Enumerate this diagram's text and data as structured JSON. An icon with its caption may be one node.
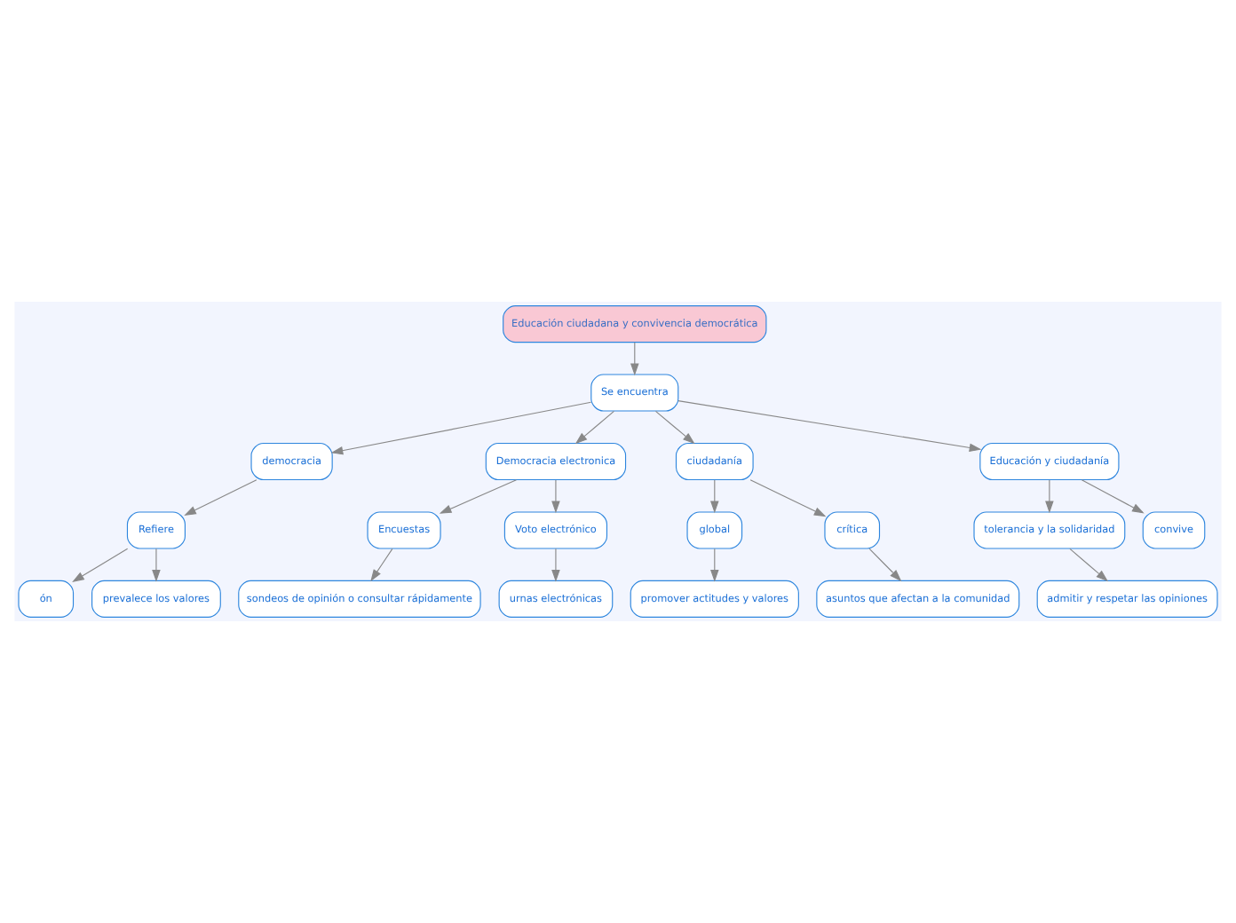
{
  "diagram": {
    "nodes": [
      {
        "text": [
          "Educación ciudadana y convivencia democrática"
        ]
      },
      {
        "text": [
          "Se encuentra"
        ]
      },
      {
        "text": [
          "democracia"
        ]
      },
      {
        "text": [
          "Democracia electronica"
        ]
      },
      {
        "text": [
          "ciudadanía"
        ]
      },
      {
        "text": [
          "Educación y ciudadanía"
        ]
      },
      {
        "text": [
          "Refiere"
        ]
      },
      {
        "text": [
          "ón"
        ]
      },
      {
        "text": [
          "prevalece los valores"
        ]
      },
      {
        "text": [
          "Encuestas"
        ]
      },
      {
        "text": [
          "Voto electrónico"
        ]
      },
      {
        "text": [
          "sondeos de opinión o consultar rápidamente"
        ]
      },
      {
        "text": [
          "urnas electrónicas"
        ]
      },
      {
        "text": [
          "global"
        ]
      },
      {
        "text": [
          "crítica"
        ]
      },
      {
        "text": [
          "promover actitudes y valores"
        ]
      },
      {
        "text": [
          "asuntos que afectan a la comunidad"
        ]
      },
      {
        "text": [
          "tolerancia y la solidaridad"
        ]
      },
      {
        "text": [
          "convive"
        ]
      },
      {
        "text": [
          "admitir y respetar las opiniones"
        ]
      }
    ],
    "edges": [
      {
        "from": 0,
        "to": 1,
        "arrow": "to"
      },
      {
        "from": 1,
        "to": 2,
        "arrow": "to"
      },
      {
        "from": 1,
        "to": 3,
        "arrow": "to"
      },
      {
        "from": 1,
        "to": 4,
        "arrow": "to"
      },
      {
        "from": 1,
        "to": 5,
        "arrow": "to"
      },
      {
        "from": 2,
        "to": 6,
        "arrow": "to"
      },
      {
        "from": 6,
        "to": 7,
        "arrow": "to"
      },
      {
        "from": 6,
        "to": 8,
        "arrow": "to"
      },
      {
        "from": 3,
        "to": 9,
        "arrow": "to"
      },
      {
        "from": 3,
        "to": 10,
        "arrow": "to"
      },
      {
        "from": 9,
        "to": 11,
        "arrow": "to"
      },
      {
        "from": 10,
        "to": 12,
        "arrow": "to"
      },
      {
        "from": 4,
        "to": 13,
        "arrow": "to"
      },
      {
        "from": 4,
        "to": 14,
        "arrow": "to"
      },
      {
        "from": 13,
        "to": 15,
        "arrow": "to"
      },
      {
        "from": 14,
        "to": 16,
        "arrow": "to"
      },
      {
        "from": 5,
        "to": 17,
        "arrow": "to"
      },
      {
        "from": 5,
        "to": 18,
        "arrow": "to"
      },
      {
        "from": 17,
        "to": 19,
        "arrow": "to"
      }
    ]
  }
}
